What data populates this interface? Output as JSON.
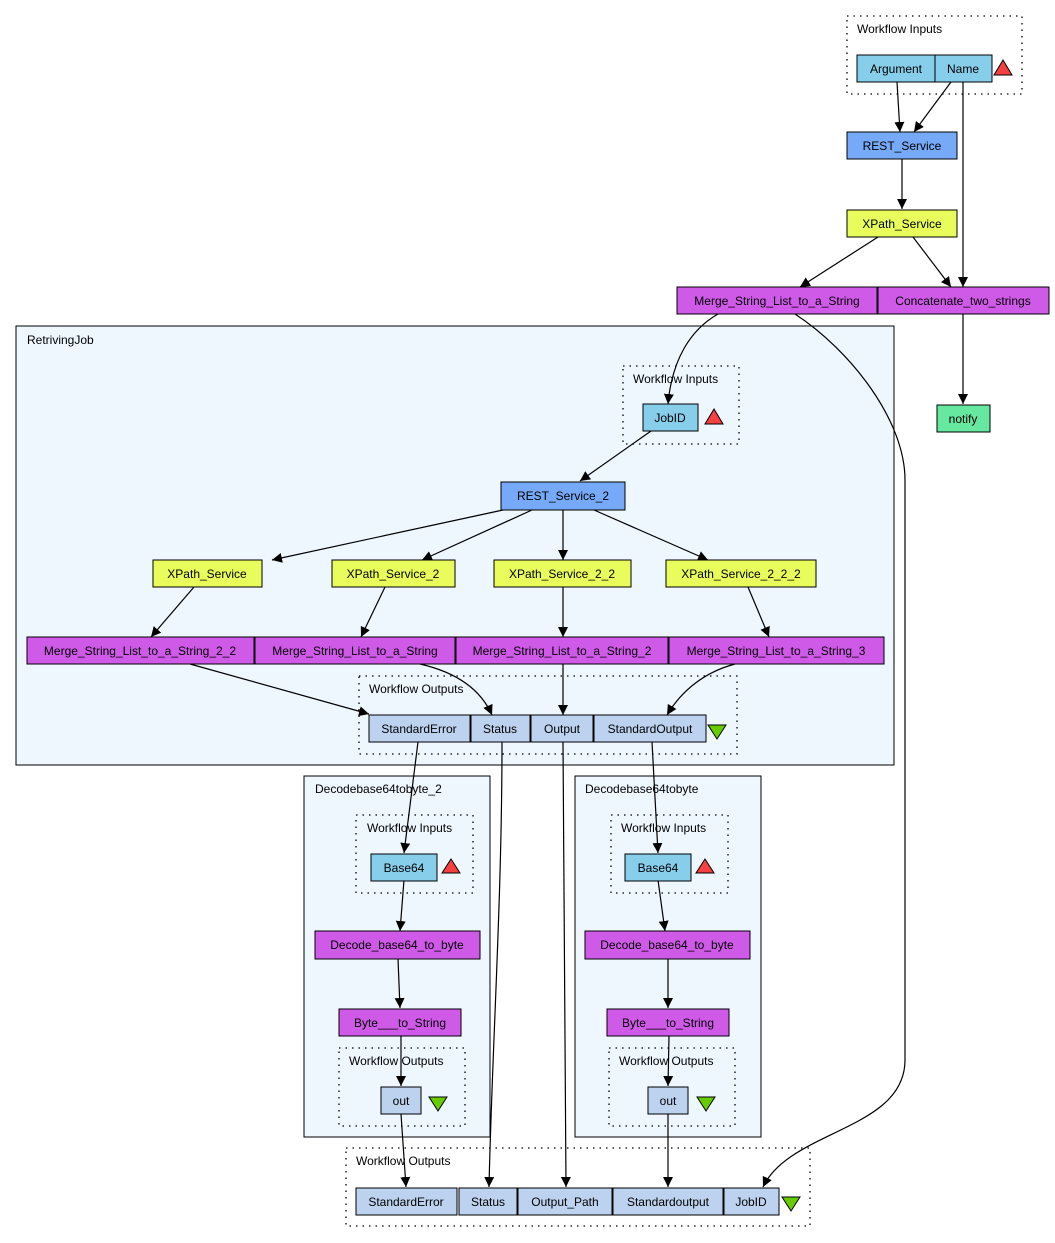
{
  "colors": {
    "input_port": "#87ceeb",
    "rest": "#76aaf8",
    "xpath": "#e8fc5c",
    "beanshell": "#cf5ae8",
    "notify": "#66e8a0",
    "output_port": "#bcd2ee",
    "cluster_bg": "#eef6fe",
    "input_triangle": "#f44040",
    "output_triangle": "#66cc00"
  },
  "top_inputs": {
    "label": "Workflow Inputs",
    "ports": [
      "Argument",
      "Name"
    ]
  },
  "nodes": {
    "rest_service": "REST_Service",
    "xpath_service": "XPath_Service",
    "merge": "Merge_String_List_to_a_String",
    "concat": "Concatenate_two_strings",
    "notify": "notify"
  },
  "retriving_job": {
    "title": "RetrivingJob",
    "inputs_label": "Workflow Inputs",
    "input_port": "JobID",
    "rest": "REST_Service_2",
    "xpaths": [
      "XPath_Service",
      "XPath_Service_2",
      "XPath_Service_2_2",
      "XPath_Service_2_2_2"
    ],
    "merges": [
      "Merge_String_List_to_a_String_2_2",
      "Merge_String_List_to_a_String",
      "Merge_String_List_to_a_String_2",
      "Merge_String_List_to_a_String_3"
    ],
    "outputs_label": "Workflow Outputs",
    "outputs": [
      "StandardError",
      "Status",
      "Output",
      "StandardOutput"
    ]
  },
  "decode_2": {
    "title": "Decodebase64tobyte_2",
    "inputs_label": "Workflow Inputs",
    "input_port": "Base64",
    "decode": "Decode_base64_to_byte",
    "to_string": "Byte___to_String",
    "outputs_label": "Workflow Outputs",
    "output_port": "out"
  },
  "decode_1": {
    "title": "Decodebase64tobyte",
    "inputs_label": "Workflow Inputs",
    "input_port": "Base64",
    "decode": "Decode_base64_to_byte",
    "to_string": "Byte___to_String",
    "outputs_label": "Workflow Outputs",
    "output_port": "out"
  },
  "bottom_outputs": {
    "label": "Workflow Outputs",
    "ports": [
      "StandardError",
      "Status",
      "Output_Path",
      "Standardoutput",
      "JobID"
    ]
  }
}
